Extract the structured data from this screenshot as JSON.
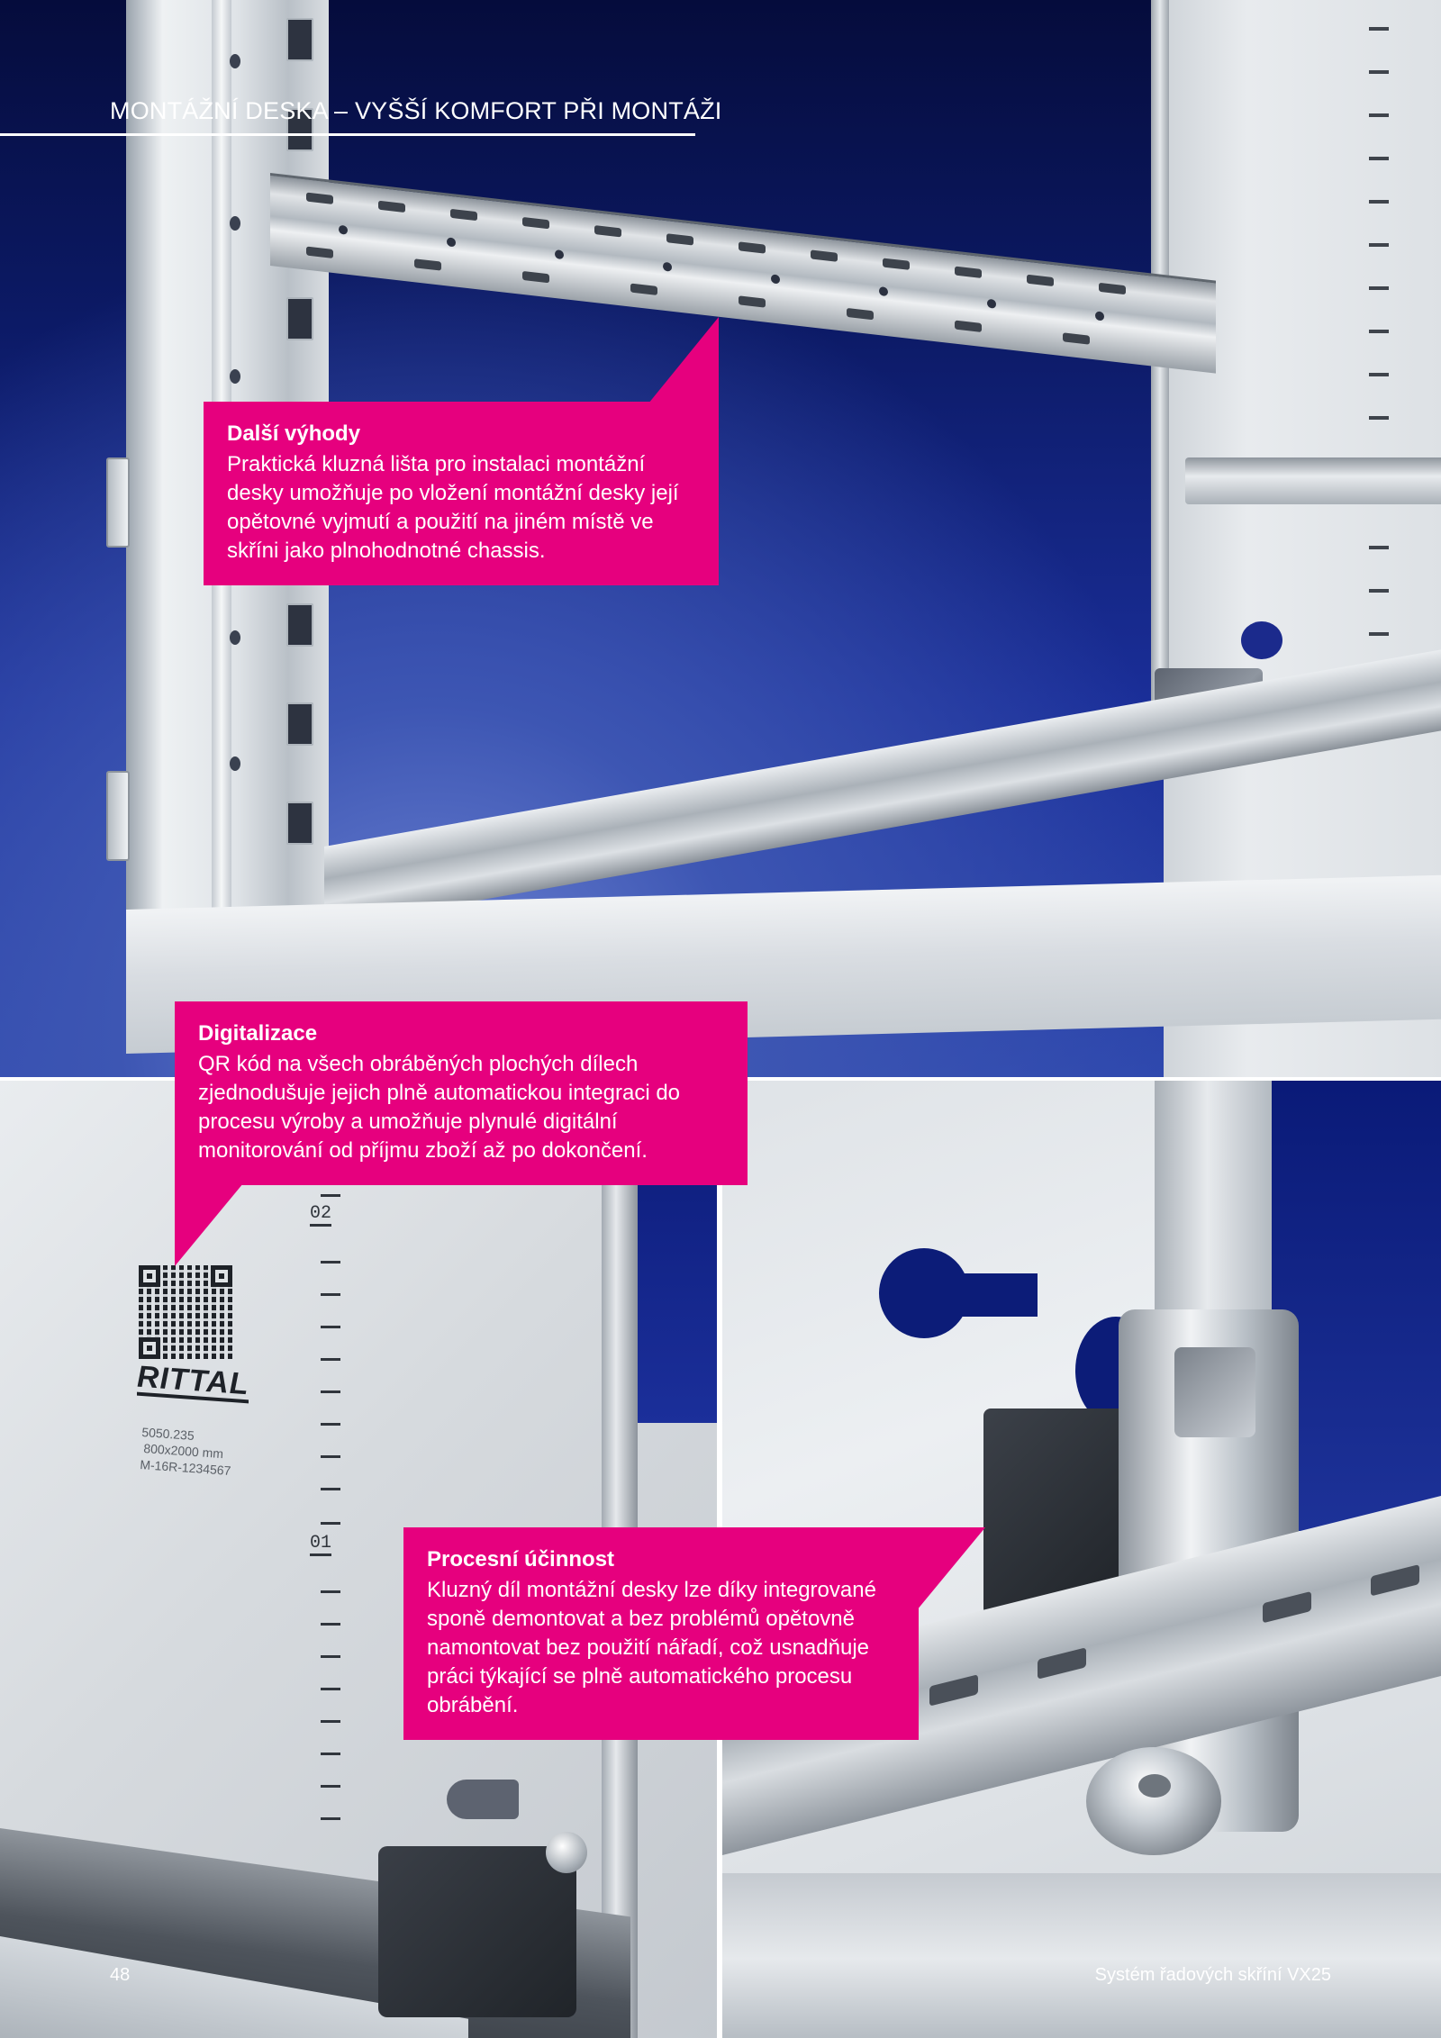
{
  "header": {
    "title": "MONTÁŽNÍ DESKA – VYŠŠÍ KOMFORT PŘI MONTÁŽI"
  },
  "callouts": [
    {
      "heading": "Další výhody",
      "text": "Praktická kluzná lišta pro instalaci montážní desky umožňuje po vložení montážní desky její opětovné vyjmutí a použití na jiném místě ve skříni jako plnohodnotné chassis."
    },
    {
      "heading": "Digitalizace",
      "text": "QR kód na všech obráběných plochých dílech zjednodušuje jejich plně automatickou integraci do procesu výroby a umožňuje plynulé digitální monitorování od příjmu zboží až po dokončení."
    },
    {
      "heading": "Procesní účinnost",
      "text": "Kluzný díl montážní desky lze díky integrované sponě demontovat a bez problémů opětovně namontovat bez použití nářadí, což usnadňuje práci týkající se plně automatického procesu obrábění."
    }
  ],
  "photo_labels": {
    "ruler_top": "02",
    "ruler_bottom": "01",
    "qr_logo": "RITTAL",
    "qr_line1": "5050.235",
    "qr_line2": "800x2000 mm",
    "qr_line3": "M-16R-1234567"
  },
  "footer": {
    "page_number": "48",
    "title": "Systém řadových skříní VX25"
  },
  "colors": {
    "accent": "#e6007e",
    "photo_blue": "#1a2e98",
    "text_on_accent": "#ffffff"
  }
}
